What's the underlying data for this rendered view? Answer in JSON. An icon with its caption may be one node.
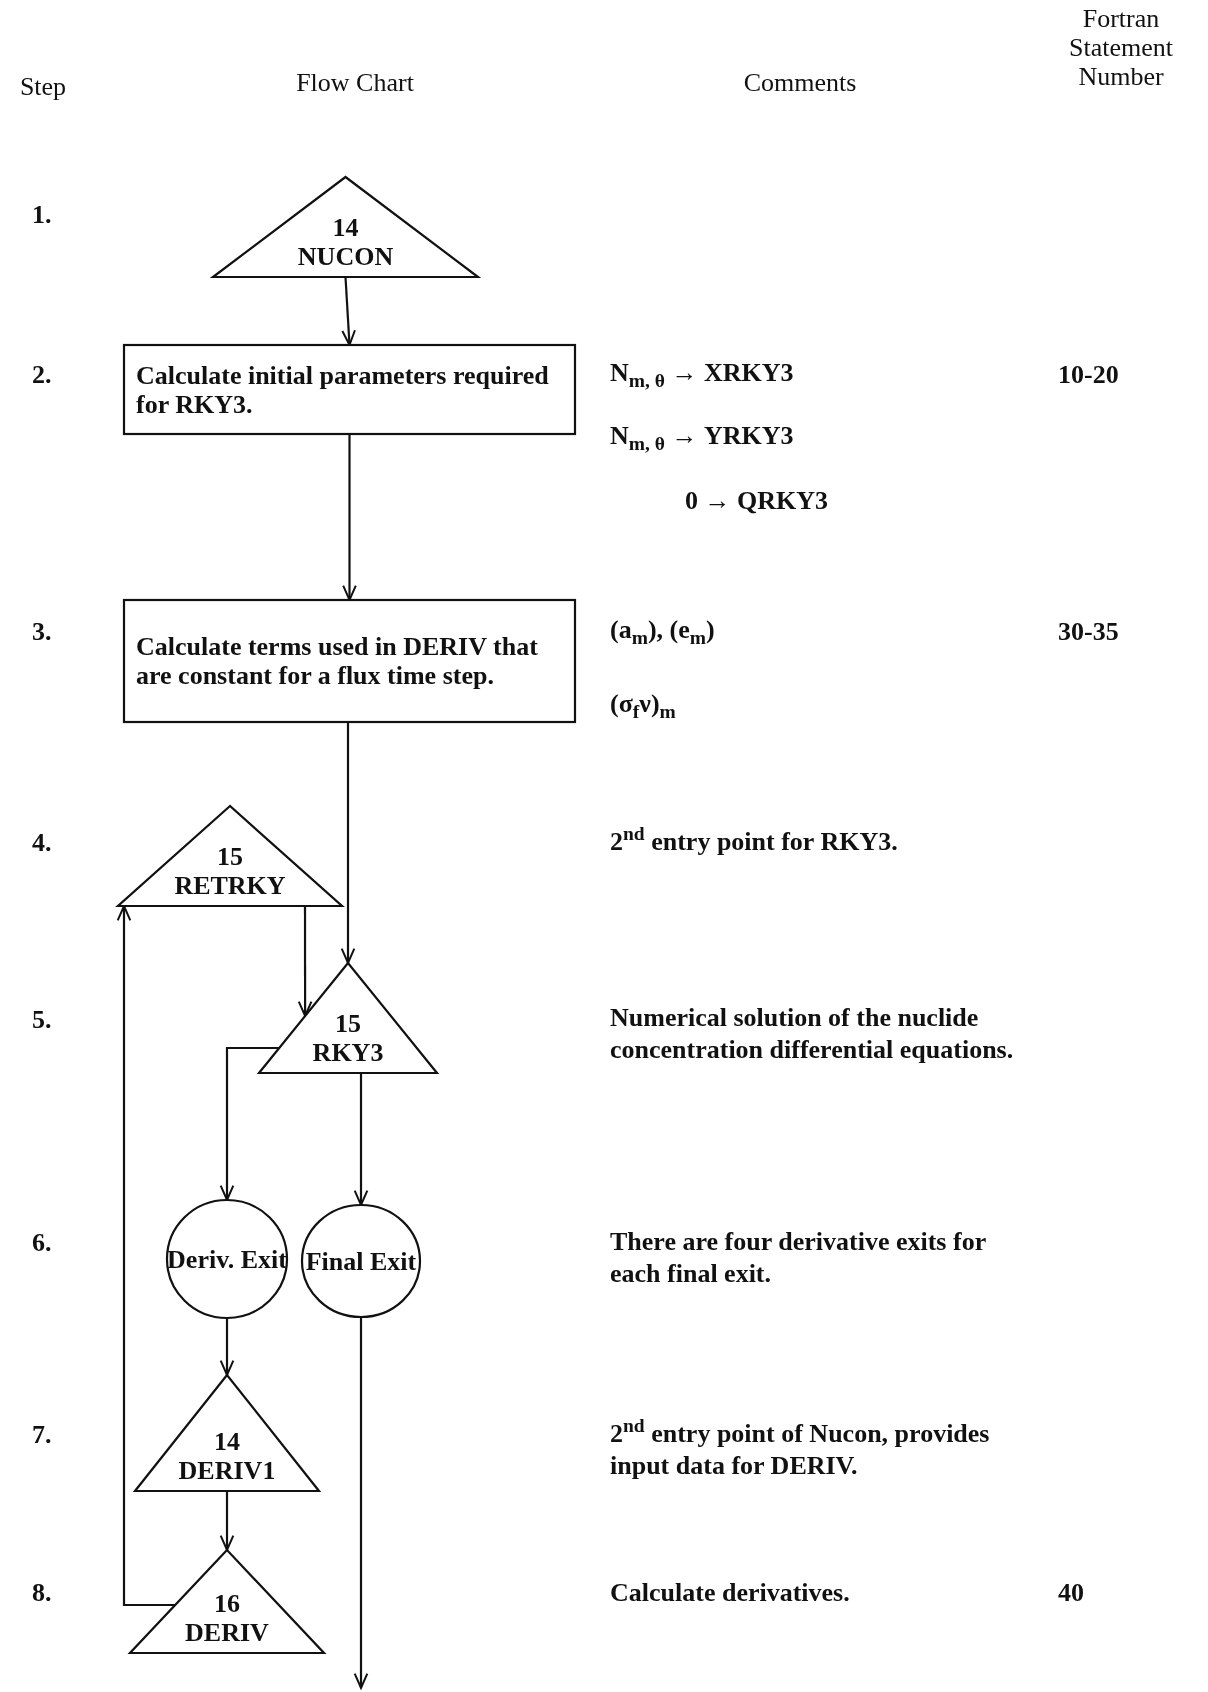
{
  "diagram": {
    "nodes": [
      {
        "text": [
          "14",
          "NUCON"
        ]
      },
      {
        "text": [
          "Calculate initial parameters required for RKY3."
        ]
      },
      {
        "text": [
          "Calculate terms used in DERIV that are constant for a flux time step."
        ]
      },
      {
        "text": [
          "15",
          "RETRKY"
        ]
      },
      {
        "text": [
          "15",
          "RKY3"
        ]
      },
      {
        "text": [
          "Deriv. Exit"
        ]
      },
      {
        "text": [
          "Final Exit"
        ]
      },
      {
        "text": [
          "14",
          "DERIV1"
        ]
      },
      {
        "text": [
          "16",
          "DERIV"
        ]
      }
    ],
    "edges": [
      {
        "from": 0,
        "to": 1,
        "arrow": "to"
      },
      {
        "from": 1,
        "to": 2,
        "arrow": "to"
      },
      {
        "from": 2,
        "to": 4,
        "arrow": "to"
      },
      {
        "from": 3,
        "to": 4,
        "arrow": "to"
      },
      {
        "from": 4,
        "to": 5,
        "arrow": "to"
      },
      {
        "from": 4,
        "to": 6,
        "arrow": "to"
      },
      {
        "from": 5,
        "to": 7,
        "arrow": "to"
      },
      {
        "from": 7,
        "to": 8,
        "arrow": "to"
      },
      {
        "from": 8,
        "to": 3,
        "arrow": "to"
      },
      {
        "from": 6,
        "to": null,
        "arrow": "to"
      }
    ],
    "labels": [
      "Step",
      "Flow Chart",
      "Comments",
      "Fortran Statement Number",
      "1.",
      "2.",
      "N$_{m, θ}$ → XRKY3",
      "N$_{m, θ}$ → YRKY3",
      "0 → QRKY3",
      "10-20",
      "3.",
      "(a$_{m}$), (e$_{m}$)",
      "(σ$_{f}$ν)$_{m}$",
      "30-35",
      "4.",
      "2$^{nd}$ entry point for RKY3.",
      "5.",
      "Numerical solution of the nuclide concentration differential equations.",
      "6.",
      "There are four derivative exits for each final exit.",
      "7.",
      "2$^{nd}$ entry point of Nucon, provides input data for DERIV.",
      "8.",
      "Calculate derivatives.",
      "40"
    ]
  }
}
